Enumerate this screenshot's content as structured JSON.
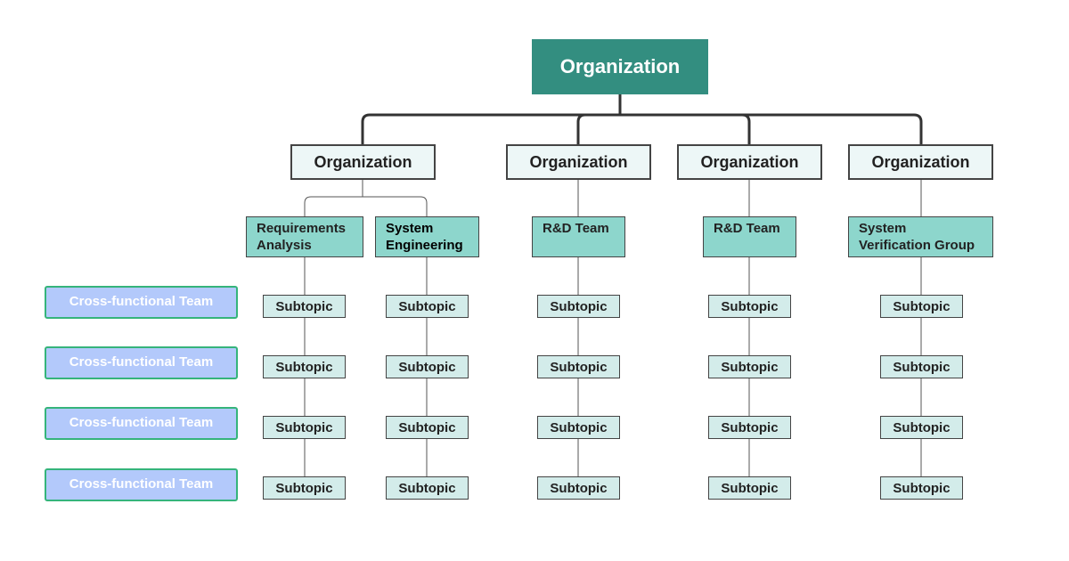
{
  "diagram": {
    "root": "Organization",
    "departments": [
      {
        "label": "Organization",
        "teams": [
          {
            "label": "Requirements\nAnalysis",
            "subtopics": [
              "Subtopic",
              "Subtopic",
              "Subtopic",
              "Subtopic"
            ]
          },
          {
            "label": "System\nEngineering",
            "subtopics": [
              "Subtopic",
              "Subtopic",
              "Subtopic",
              "Subtopic"
            ]
          }
        ]
      },
      {
        "label": "Organization",
        "teams": [
          {
            "label": "R&D Team",
            "subtopics": [
              "Subtopic",
              "Subtopic",
              "Subtopic",
              "Subtopic"
            ]
          }
        ]
      },
      {
        "label": "Organization",
        "teams": [
          {
            "label": "R&D Team",
            "subtopics": [
              "Subtopic",
              "Subtopic",
              "Subtopic",
              "Subtopic"
            ]
          }
        ]
      },
      {
        "label": "Organization",
        "teams": [
          {
            "label": "System\nVerification Group",
            "subtopics": [
              "Subtopic",
              "Subtopic",
              "Subtopic",
              "Subtopic"
            ]
          }
        ]
      }
    ],
    "cross_functional": [
      "Cross-functional Team",
      "Cross-functional Team",
      "Cross-functional Team",
      "Cross-functional Team"
    ]
  },
  "colors": {
    "root_fill": "#338e80",
    "department_fill": "#edf7f7",
    "team_fill": "#8dd6cc",
    "subtopic_fill": "#d3ecea",
    "cross_functional_fill": "#b3c9fb",
    "cross_functional_border": "#35b47b",
    "connector": "#333333"
  }
}
